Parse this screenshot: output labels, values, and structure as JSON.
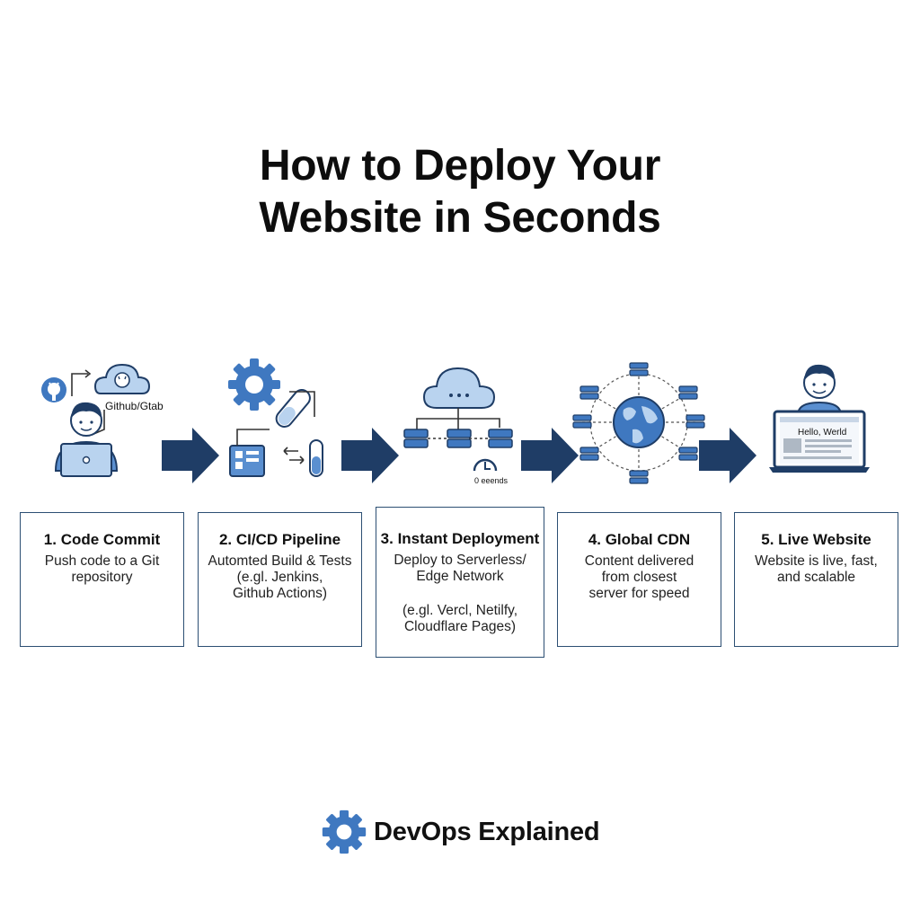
{
  "title": {
    "line1": "How to Deploy Your",
    "line2": "Website in Seconds"
  },
  "steps": [
    {
      "title": "1. Code Commit",
      "description": "Push code to a Git\nrepository",
      "icon_label": "Github/Gtab",
      "icons": [
        "github-icon",
        "cloud-icon",
        "developer-avatar",
        "laptop-icon"
      ]
    },
    {
      "title": "2. CI/CD Pipeline",
      "description": "Automted Build & Tests\n(e.gl. Jenkins,\nGithub Actions)",
      "icons": [
        "gear-icon",
        "test-tube-icon",
        "build-board-icon",
        "swap-arrows-icon"
      ]
    },
    {
      "title": "3. Instant Deployment",
      "description": "Deploy to Serverless/\nEdge Network",
      "extra": "(e.gl. Vercl, Netilfy,\nCloudflare Pages)",
      "icon_label": "0 eeends",
      "icons": [
        "cloud-icon",
        "server-icon",
        "stopwatch-icon"
      ]
    },
    {
      "title": "4. Global CDN",
      "description": "Content delivered\nfrom closest\nserver for speed",
      "icons": [
        "globe-icon",
        "server-icon"
      ]
    },
    {
      "title": "5. Live Website",
      "description": "Website is live, fast,\nand scalable",
      "icon_label": "Hello, Werld",
      "icons": [
        "developer-avatar",
        "laptop-icon"
      ]
    }
  ],
  "footer": {
    "brand": "DevOps Explained",
    "icon": "gear-icon"
  },
  "colors": {
    "accent_navy": "#1f3d66",
    "icon_blue": "#3f78c0",
    "icon_light": "#b9d3ef",
    "box_border": "#2c4f73"
  }
}
